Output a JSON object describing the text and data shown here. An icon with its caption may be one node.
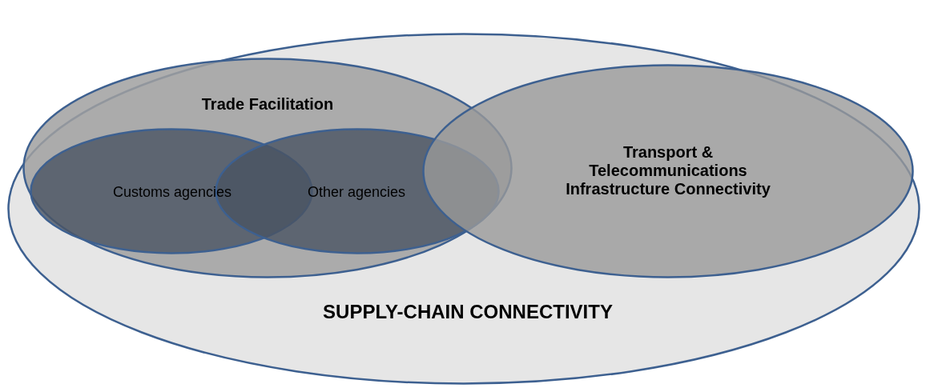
{
  "diagram": {
    "nodes": [
      {
        "text": [
          "SUPPLY-CHAIN CONNECTIVITY"
        ]
      },
      {
        "text": [
          "Trade Facilitation"
        ],
        "in": 0
      },
      {
        "text": [
          "Customs agencies"
        ],
        "in": 1
      },
      {
        "text": [
          "Other agencies"
        ],
        "in": 1
      },
      {
        "text": [
          "Transport & Telecommunications Infrastructure Connectivity"
        ],
        "in": 0
      }
    ],
    "edges": []
  }
}
